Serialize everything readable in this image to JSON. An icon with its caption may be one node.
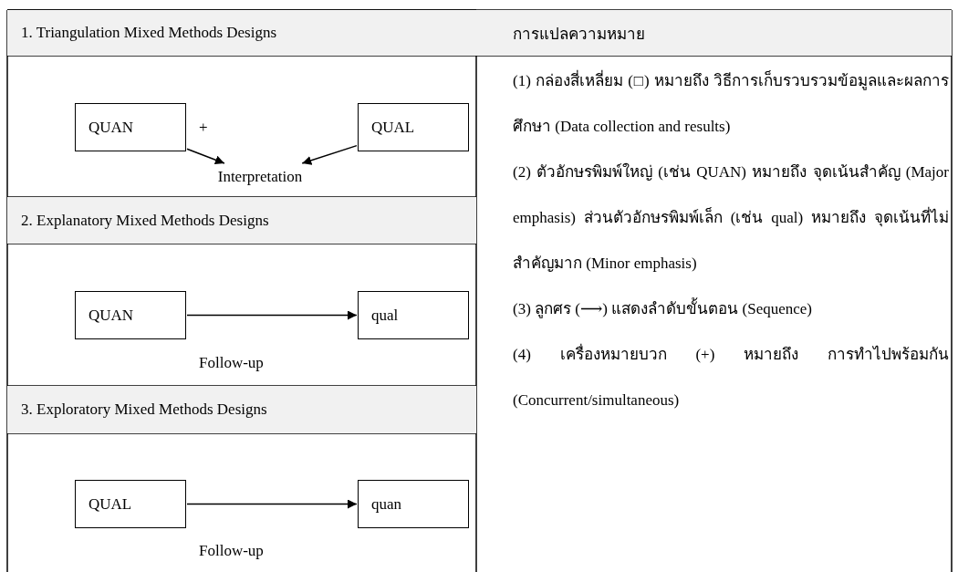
{
  "diagram": {
    "nodes": [
      {
        "text": [
          "QUAN"
        ]
      },
      {
        "text": [
          "QUAL"
        ]
      },
      {
        "text": [
          "Interpretation"
        ]
      },
      {
        "text": [
          "QUAN"
        ]
      },
      {
        "text": [
          "qual"
        ]
      },
      {
        "text": [
          "QUAL"
        ]
      },
      {
        "text": [
          "quan"
        ]
      }
    ],
    "edges": [
      {
        "from": 0,
        "to": 2,
        "arrow": "to"
      },
      {
        "from": 1,
        "to": 2,
        "arrow": "to"
      },
      {
        "from": 3,
        "to": 4,
        "arrow": "to",
        "label": "Follow-up"
      },
      {
        "from": 5,
        "to": 6,
        "arrow": "to",
        "label": "Follow-up"
      }
    ],
    "labels": [
      "1. Triangulation Mixed Methods Designs",
      "การแปลความหมาย",
      "+",
      "(1) กล่องสี่เหลี่ยม (□) หมายถึง วิธีการเก็บรวบรวมข้อมูลและผลการศึกษา (Data collection and results)",
      "2. Explanatory Mixed Methods Designs",
      "(2) ตัวอักษรพิมพ์ใหญ่ (เช่น QUAN) หมายถึง จุดเน้นสำคัญ (Major emphasis) ส่วนตัวอักษรพิมพ์เล็ก (เช่น qual) หมายถึง จุดเน้นที่ไม่สำคัญมาก (Minor emphasis)",
      "3. Exploratory Mixed Methods Designs",
      "(3) ลูกศร (⟶) แสดงลำดับขั้นตอน (Sequence)",
      "(4) เครื่องหมายบวก (+) หมายถึง การทำไปพร้อมกัน (Concurrent/simultaneous)"
    ]
  }
}
